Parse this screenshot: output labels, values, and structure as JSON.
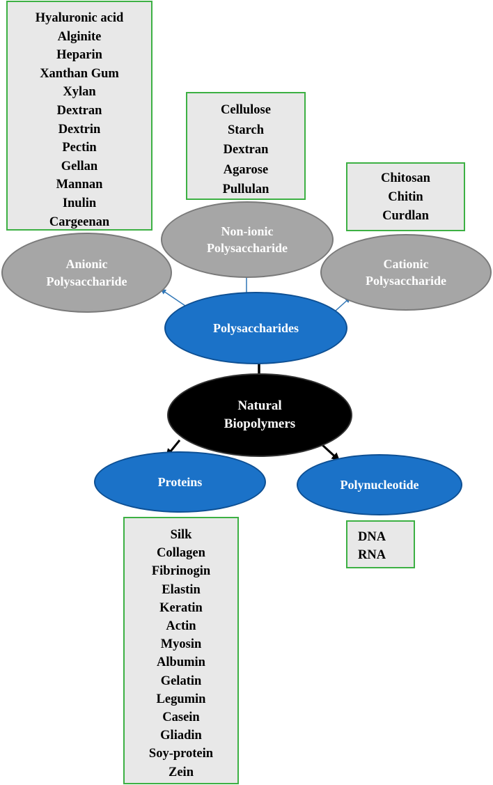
{
  "diagram": {
    "root": {
      "label_line1": "Natural",
      "label_line2": "Biopolymers"
    },
    "polysaccharides": {
      "label": "Polysaccharides"
    },
    "anionic": {
      "label_line1": "Anionic",
      "label_line2": "Polysaccharide",
      "examples": [
        "Hyaluronic acid",
        "Alginite",
        "Heparin",
        "Xanthan Gum",
        "Xylan",
        "Dextran",
        "Dextrin",
        "Pectin",
        "Gellan",
        "Mannan",
        "Inulin",
        "Cargeenan"
      ]
    },
    "nonionic": {
      "label_line1": "Non-ionic",
      "label_line2": "Polysaccharide",
      "examples": [
        "Cellulose",
        "Starch",
        "Dextran",
        "Agarose",
        "Pullulan"
      ]
    },
    "cationic": {
      "label_line1": "Cationic",
      "label_line2": "Polysaccharide",
      "examples": [
        "Chitosan",
        "Chitin",
        "Curdlan"
      ]
    },
    "proteins": {
      "label": "Proteins",
      "examples": [
        "Silk",
        "Collagen",
        "Fibrinogin",
        "Elastin",
        "Keratin",
        "Actin",
        "Myosin",
        "Albumin",
        "Gelatin",
        "Legumin",
        "Casein",
        "Gliadin",
        "Soy-protein",
        "Zein"
      ]
    },
    "polynucleotide": {
      "label": "Polynucleotide",
      "examples": [
        "DNA",
        "RNA"
      ]
    }
  },
  "colors": {
    "box_fill": "#e8e8e8",
    "box_border": "#3cb043",
    "grey_node": "#a6a6a6",
    "blue_node": "#1b72c8",
    "black_node": "#000000",
    "arrow_blue": "#2e75b6"
  }
}
